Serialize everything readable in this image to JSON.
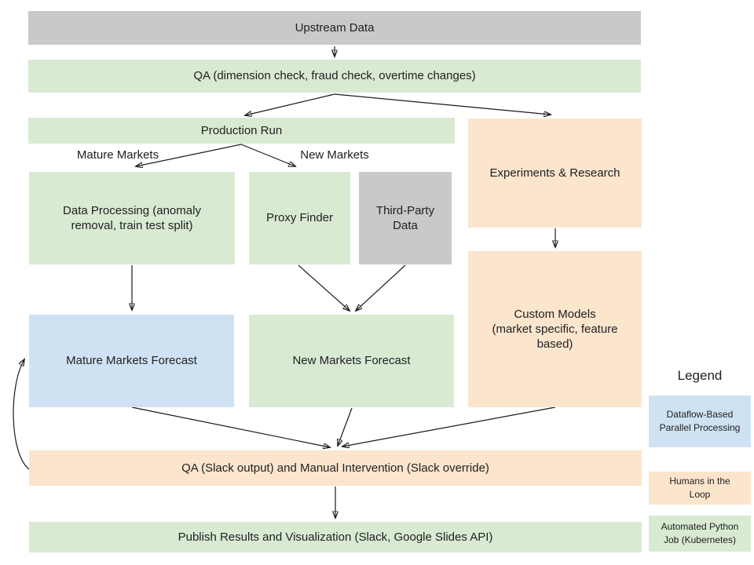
{
  "diagram": {
    "palette": {
      "gray": "#c9c9c9",
      "green": "#d9ead3",
      "orange": "#fce5cd",
      "blue": "#cfe2f3",
      "text": "#212121",
      "arrow": "#1a1a1a"
    },
    "nodes": {
      "upstream": {
        "label": "Upstream Data",
        "color": "gray"
      },
      "qa_top": {
        "label": "QA (dimension check, fraud check, overtime changes)",
        "color": "green"
      },
      "production_run": {
        "label": "Production Run",
        "color": "green"
      },
      "experiments": {
        "label": "Experiments & Research",
        "color": "orange"
      },
      "data_processing": {
        "label": "Data Processing (anomaly\nremoval, train test split)",
        "color": "green"
      },
      "proxy_finder": {
        "label": "Proxy Finder",
        "color": "green"
      },
      "third_party": {
        "label": "Third-Party\nData",
        "color": "gray"
      },
      "custom_models": {
        "label": "Custom Models\n(market specific, feature\nbased)",
        "color": "orange"
      },
      "mature_forecast": {
        "label": "Mature Markets Forecast",
        "color": "blue"
      },
      "new_forecast": {
        "label": "New Markets Forecast",
        "color": "green"
      },
      "qa_bottom": {
        "label": "QA (Slack output) and Manual Intervention (Slack override)",
        "color": "orange"
      },
      "publish": {
        "label": "Publish Results and Visualization (Slack, Google Slides API)",
        "color": "green"
      }
    },
    "edge_labels": {
      "mature": "Mature Markets",
      "new": "New Markets"
    },
    "legend": {
      "title": "Legend",
      "items": [
        {
          "label": "Dataflow-Based\nParallel Processing",
          "color": "blue"
        },
        {
          "label": "Humans in the\nLoop",
          "color": "orange"
        },
        {
          "label": "Automated Python\nJob (Kubernetes)",
          "color": "green"
        }
      ]
    }
  }
}
